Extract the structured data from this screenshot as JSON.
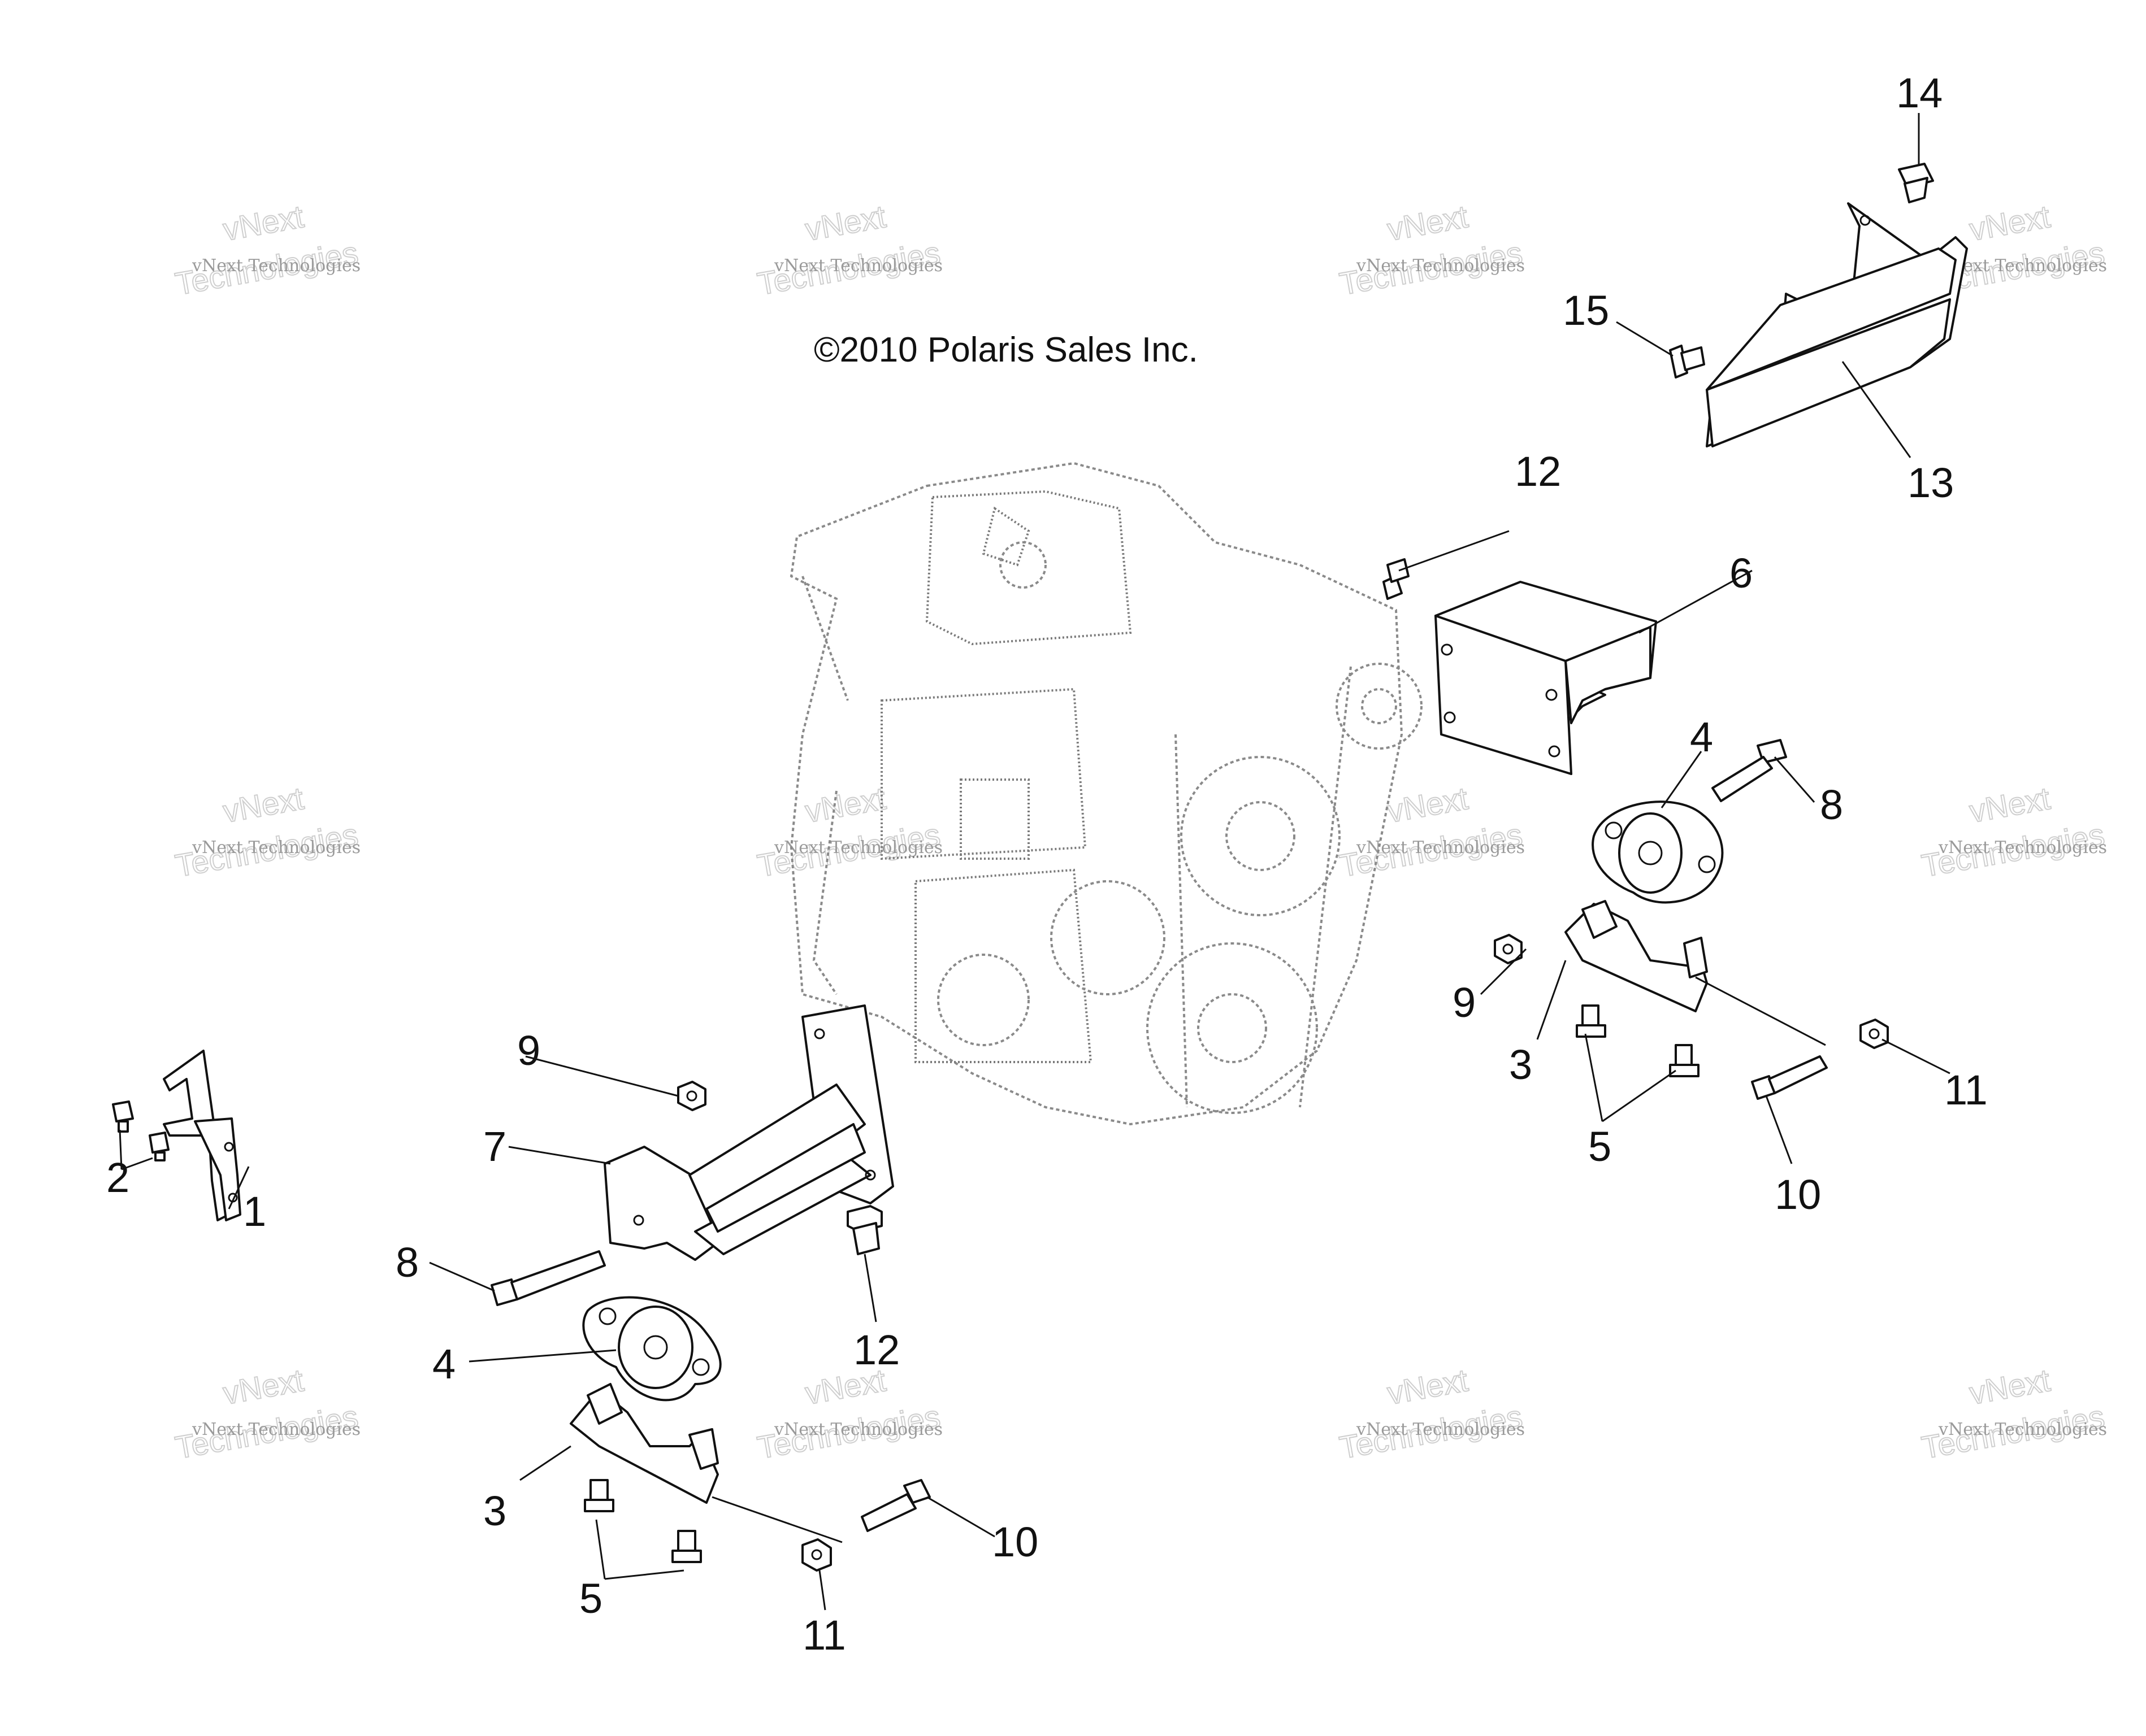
{
  "copyright": "©2010 Polaris Sales Inc.",
  "watermark": {
    "line1": "vNext Technologies",
    "line2": "vNext",
    "line3": "Technologies"
  },
  "callouts": {
    "c1": "1",
    "c2": "2",
    "c3a": "3",
    "c3b": "3",
    "c4a": "4",
    "c4b": "4",
    "c5a": "5",
    "c5b": "5",
    "c6": "6",
    "c7": "7",
    "c8a": "8",
    "c8b": "8",
    "c9a": "9",
    "c9b": "9",
    "c10a": "10",
    "c10b": "10",
    "c11a": "11",
    "c11b": "11",
    "c12a": "12",
    "c12b": "12",
    "c13": "13",
    "c14": "14",
    "c15": "15"
  }
}
